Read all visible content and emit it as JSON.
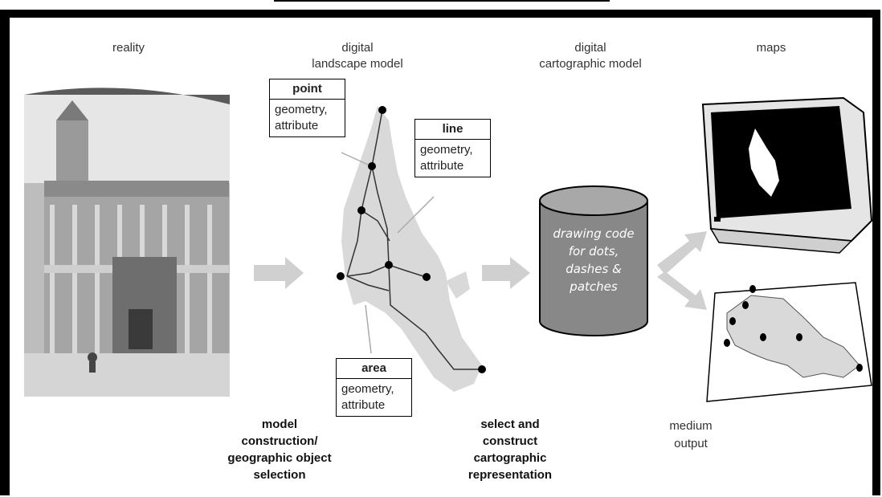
{
  "headings": {
    "reality": "reality",
    "dlm": "digital\nlandscape model",
    "dcm": "digital\ncartographic model",
    "maps": "maps"
  },
  "boxes": {
    "point": {
      "title": "point",
      "body": "geometry,\nattribute"
    },
    "line": {
      "title": "line",
      "body": "geometry,\nattribute"
    },
    "area": {
      "title": "area",
      "body": "geometry,\nattribute"
    }
  },
  "cylinder_text": [
    "drawing code",
    "for dots,",
    "dashes &",
    "patches"
  ],
  "captions": {
    "model": "model\nconstruction/\ngeographic object\nselection",
    "select": "select and\nconstruct\ncartographic\nrepresentation",
    "medium": "medium\noutput"
  },
  "colors": {
    "map_fill": "#d9d9d9",
    "arrow": "#d0d0d0",
    "cylinder": "#888888"
  }
}
